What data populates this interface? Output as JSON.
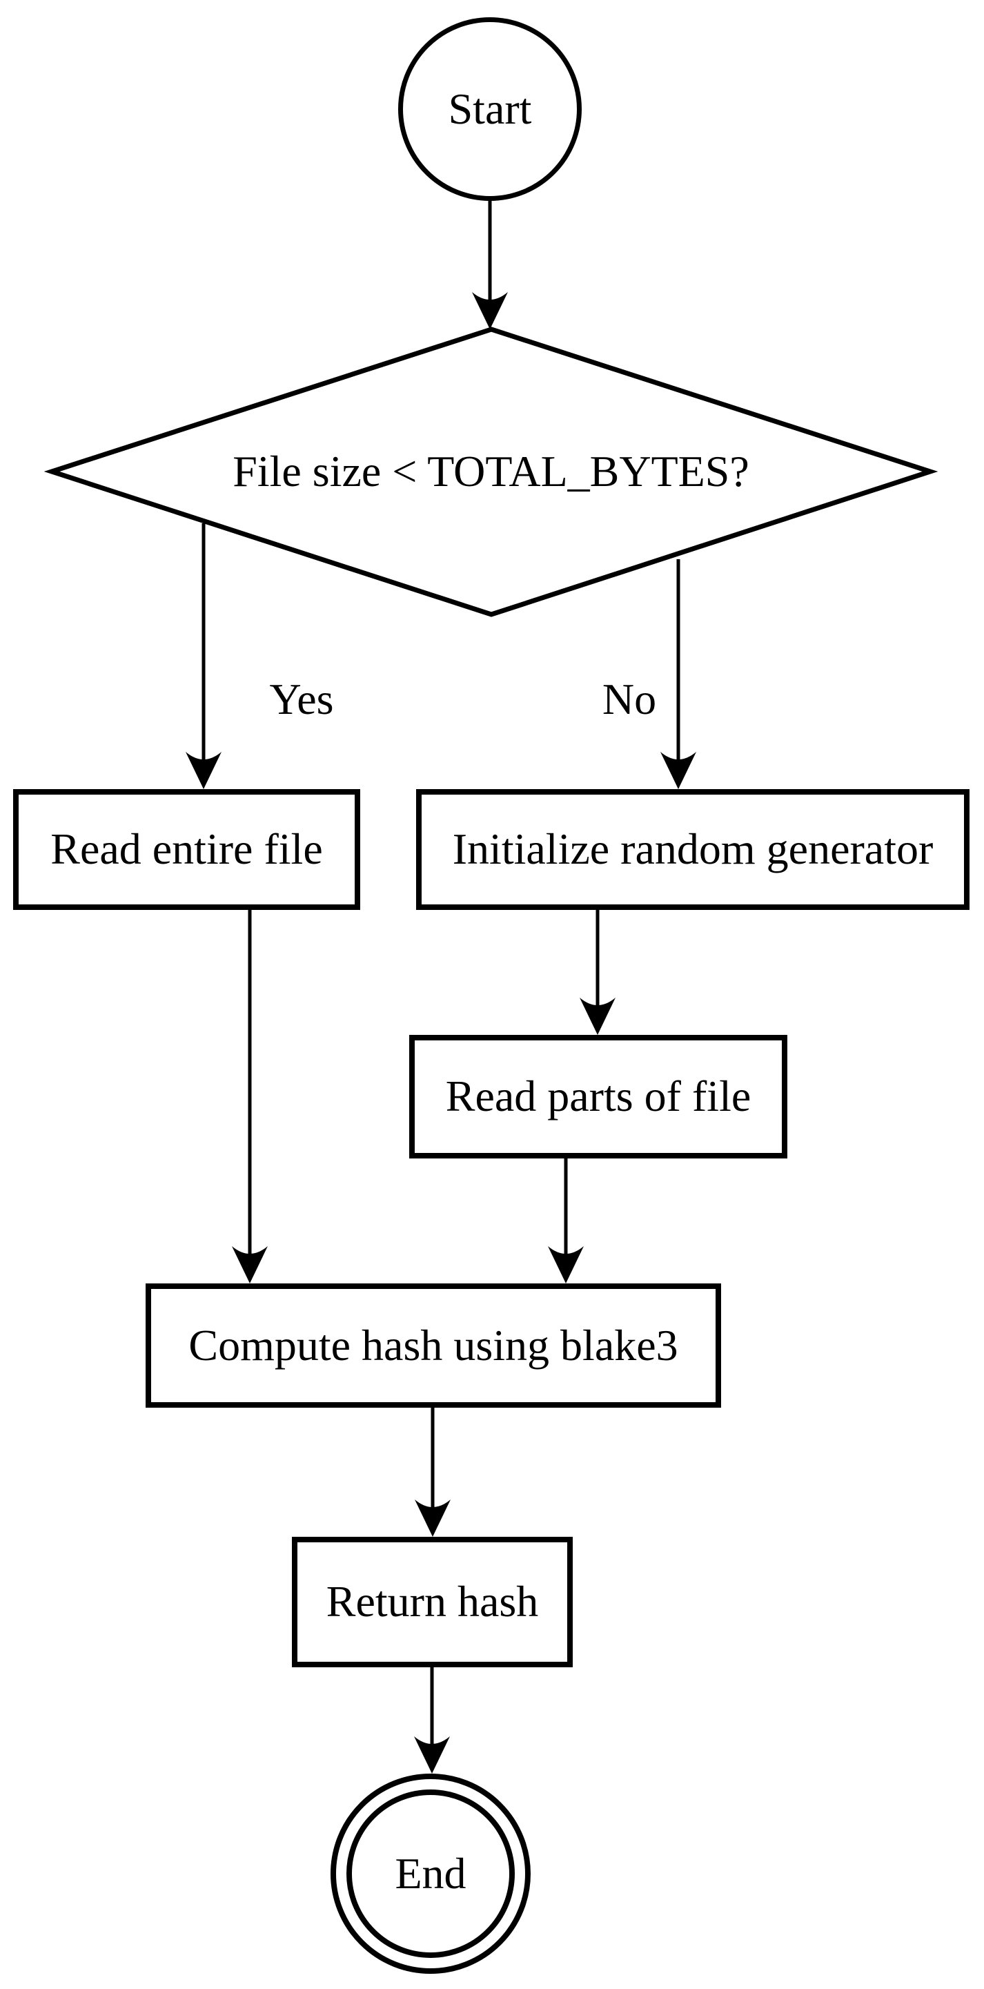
{
  "diagram": {
    "background": "#ffffff",
    "stroke_color": "#000000",
    "nodes": {
      "start": "Start",
      "decision": "File size < TOTAL_BYTES?",
      "read_entire_file": "Read entire file",
      "initialize_random_generator": "Initialize random generator",
      "read_parts_of_file": "Read parts of file",
      "compute_hash": "Compute hash using blake3",
      "return_hash": "Return hash",
      "end": "End"
    },
    "edge_labels": {
      "yes": "Yes",
      "no": "No"
    }
  }
}
